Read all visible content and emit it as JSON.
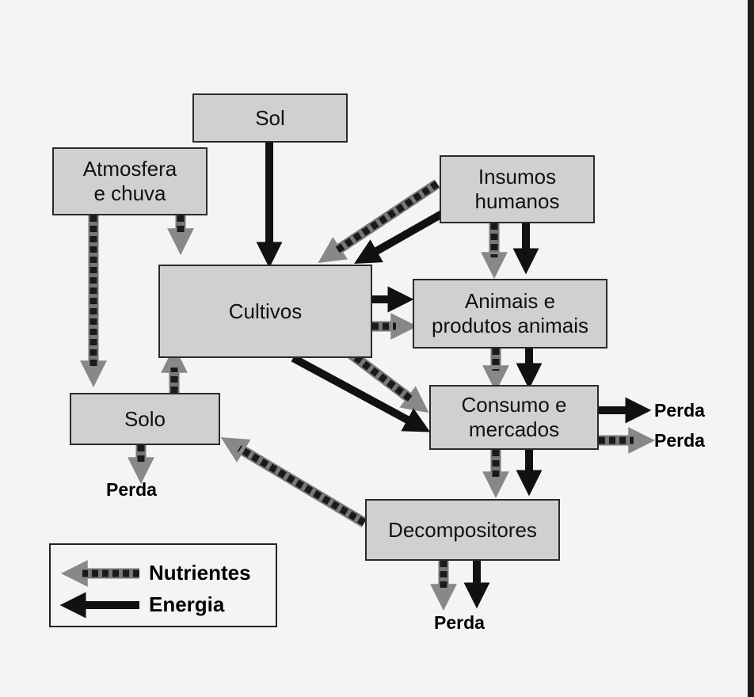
{
  "nodes": {
    "sol": "Sol",
    "atmosfera": "Atmosfera\ne chuva",
    "insumos": "Insumos\nhumanos",
    "cultivos": "Cultivos",
    "animais": "Animais e\nprodutos animais",
    "solo": "Solo",
    "consumo": "Consumo e\nmercados",
    "decompositores": "Decompositores"
  },
  "losses": {
    "solo": "Perda",
    "consumo_energia": "Perda",
    "consumo_nutrientes": "Perda",
    "decompositores": "Perda"
  },
  "legend": {
    "nutrients": "Nutrientes",
    "energy": "Energia"
  },
  "flows": [
    {
      "from": "Sol",
      "to": "Cultivos",
      "kind": "energia"
    },
    {
      "from": "Atmosfera e chuva",
      "to": "Cultivos",
      "kind": "nutrientes"
    },
    {
      "from": "Atmosfera e chuva",
      "to": "Solo",
      "kind": "nutrientes"
    },
    {
      "from": "Insumos humanos",
      "to": "Cultivos",
      "kind": "nutrientes"
    },
    {
      "from": "Insumos humanos",
      "to": "Cultivos",
      "kind": "energia"
    },
    {
      "from": "Insumos humanos",
      "to": "Animais e produtos animais",
      "kind": "nutrientes"
    },
    {
      "from": "Insumos humanos",
      "to": "Animais e produtos animais",
      "kind": "energia"
    },
    {
      "from": "Cultivos",
      "to": "Animais e produtos animais",
      "kind": "energia"
    },
    {
      "from": "Cultivos",
      "to": "Animais e produtos animais",
      "kind": "nutrientes"
    },
    {
      "from": "Cultivos",
      "to": "Consumo e mercados",
      "kind": "nutrientes"
    },
    {
      "from": "Cultivos",
      "to": "Consumo e mercados",
      "kind": "energia"
    },
    {
      "from": "Solo",
      "to": "Cultivos",
      "kind": "nutrientes"
    },
    {
      "from": "Animais e produtos animais",
      "to": "Consumo e mercados",
      "kind": "nutrientes"
    },
    {
      "from": "Animais e produtos animais",
      "to": "Consumo e mercados",
      "kind": "energia"
    },
    {
      "from": "Consumo e mercados",
      "to": "Decompositores",
      "kind": "nutrientes"
    },
    {
      "from": "Consumo e mercados",
      "to": "Decompositores",
      "kind": "energia"
    },
    {
      "from": "Decompositores",
      "to": "Solo",
      "kind": "nutrientes"
    },
    {
      "from": "Solo",
      "to": "Perda",
      "kind": "nutrientes"
    },
    {
      "from": "Consumo e mercados",
      "to": "Perda",
      "kind": "energia"
    },
    {
      "from": "Consumo e mercados",
      "to": "Perda",
      "kind": "nutrientes"
    },
    {
      "from": "Decompositores",
      "to": "Perda",
      "kind": "nutrientes"
    },
    {
      "from": "Decompositores",
      "to": "Perda",
      "kind": "energia"
    }
  ]
}
